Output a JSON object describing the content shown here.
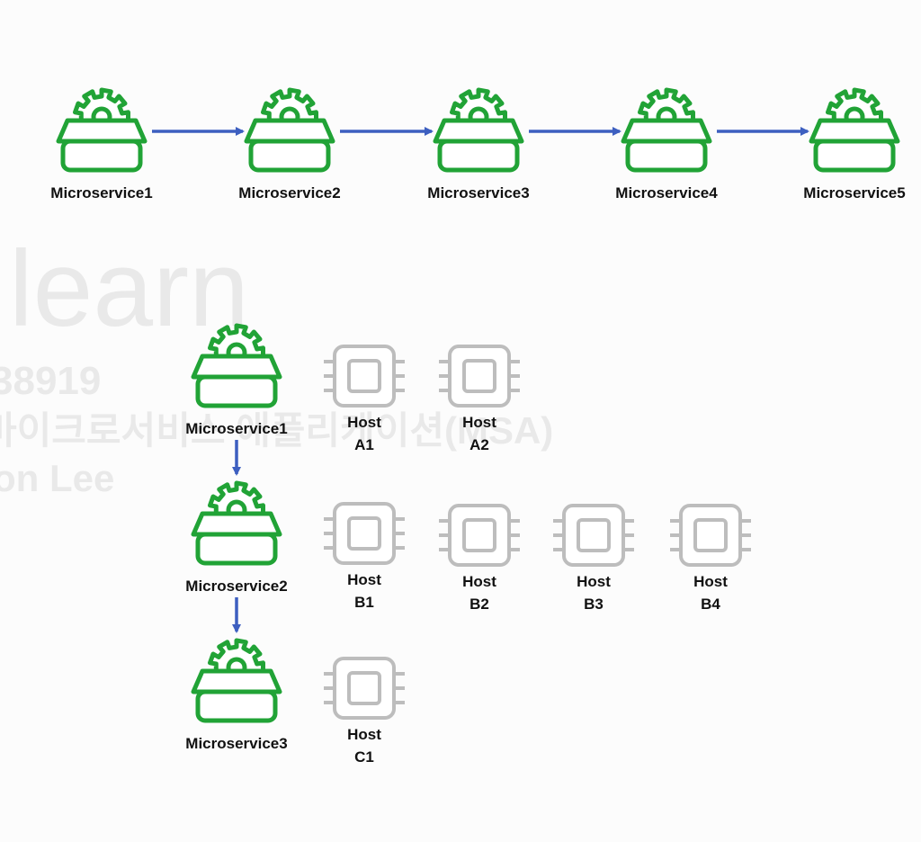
{
  "watermark": {
    "line1": "learn",
    "line2": "38919",
    "line3": "마이크로서비스 애플리케이션(MSA)",
    "line4": "on Lee"
  },
  "colors": {
    "service_green": "#21a336",
    "host_gray": "#bdbdbd",
    "arrow_blue": "#3d5fc0",
    "label_text": "#111111"
  },
  "chain": {
    "services": [
      "Microservice1",
      "Microservice2",
      "Microservice3",
      "Microservice4",
      "Microservice5"
    ]
  },
  "scaling": {
    "rows": [
      {
        "service": "Microservice1",
        "hosts": [
          [
            "Host",
            "A1"
          ],
          [
            "Host",
            "A2"
          ]
        ]
      },
      {
        "service": "Microservice2",
        "hosts": [
          [
            "Host",
            "B1"
          ],
          [
            "Host",
            "B2"
          ],
          [
            "Host",
            "B3"
          ],
          [
            "Host",
            "B4"
          ]
        ]
      },
      {
        "service": "Microservice3",
        "hosts": [
          [
            "Host",
            "C1"
          ]
        ]
      }
    ]
  },
  "icons": {
    "service": "microservice-gear-box-icon",
    "host": "host-chip-icon",
    "arrow": "arrow-icon"
  }
}
